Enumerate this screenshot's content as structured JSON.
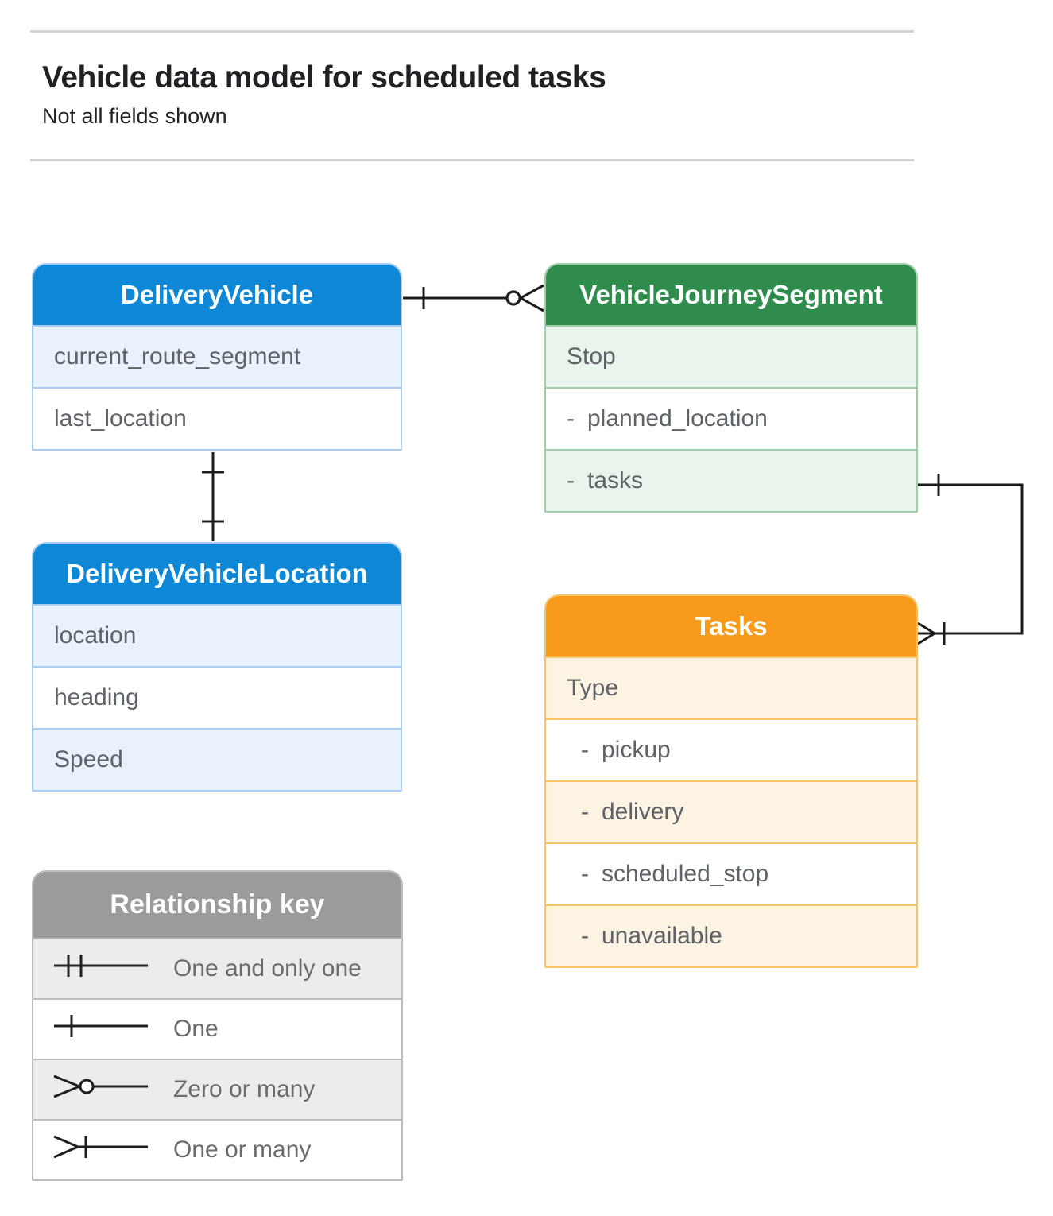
{
  "page": {
    "title": "Vehicle data model for scheduled tasks",
    "subtitle": "Not all fields shown"
  },
  "colors": {
    "blue_header": "#0d87d6",
    "blue_tint": "#e8f1fc",
    "blue_border": "#a9cdf0",
    "green_header": "#2f8c4c",
    "green_tint": "#e9f4ec",
    "green_border": "#9fcfaa",
    "orange_header": "#f89b1d",
    "orange_tint": "#fdf3e2",
    "orange_border": "#f9c468",
    "gray_header": "#9b9b9b",
    "gray_tint": "#ececec",
    "gray_border": "#bdbdbd",
    "connector_line": "#1c1c1c",
    "field_text": "#5f6368",
    "title_text": "#202124"
  },
  "entities": [
    {
      "title": "DeliveryVehicle",
      "theme": "blue",
      "fields": [
        {
          "label": "current_route_segment"
        },
        {
          "label": "last_location"
        }
      ]
    },
    {
      "title": "VehicleJourneySegment",
      "theme": "green",
      "fields": [
        {
          "label": "Stop"
        },
        {
          "prefix": "-",
          "label": "planned_location"
        },
        {
          "prefix": "-",
          "label": "tasks"
        }
      ]
    },
    {
      "title": "DeliveryVehicleLocation",
      "theme": "blue",
      "fields": [
        {
          "label": "location"
        },
        {
          "label": "heading"
        },
        {
          "label": "Speed"
        }
      ]
    },
    {
      "title": "Tasks",
      "theme": "orange",
      "fields": [
        {
          "label": "Type"
        },
        {
          "prefix": "-",
          "label": "pickup"
        },
        {
          "prefix": "-",
          "label": "delivery"
        },
        {
          "prefix": "-",
          "label": "scheduled_stop"
        },
        {
          "prefix": "-",
          "label": "unavailable"
        }
      ]
    }
  ],
  "legend": {
    "title": "Relationship key",
    "items": [
      {
        "symbol": "one-and-only-one",
        "label": "One and only one"
      },
      {
        "symbol": "one",
        "label": "One"
      },
      {
        "symbol": "zero-or-many",
        "label": "Zero or many"
      },
      {
        "symbol": "one-or-many",
        "label": "One or many"
      }
    ]
  }
}
